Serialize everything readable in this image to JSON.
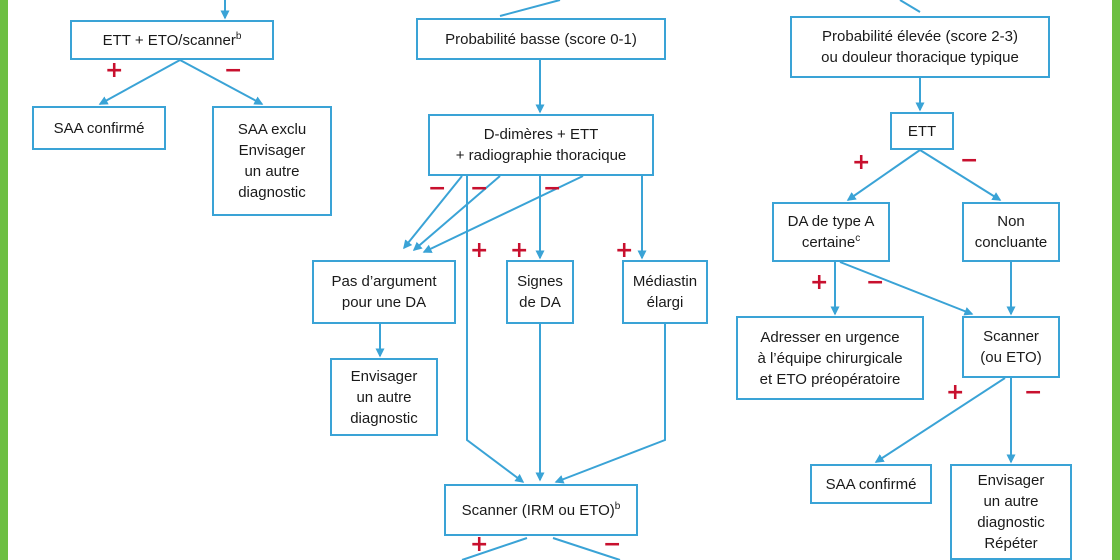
{
  "colors": {
    "box_border": "#3aa3d6",
    "arrow": "#3aa3d6",
    "sign": "#c8102e",
    "rail": "#6dbf43"
  },
  "signs": {
    "plus": "+",
    "minus": "−"
  },
  "nodes": {
    "ett_eto_scanner": {
      "text": "ETT + ETO/scanner",
      "sup": "b"
    },
    "saa_confirme_left": {
      "text": "SAA confirmé"
    },
    "saa_exclu": {
      "lines": [
        "SAA exclu",
        "Envisager",
        "un autre",
        "diagnostic"
      ]
    },
    "prob_basse": {
      "text": "Probabilité basse (score 0-1)"
    },
    "ddimeres": {
      "lines": [
        "D-dimères + ETT",
        "+ radiographie thoracique"
      ]
    },
    "pas_argument": {
      "lines": [
        "Pas d’argument",
        "pour une DA"
      ]
    },
    "signes_da": {
      "lines": [
        "Signes",
        "de DA"
      ]
    },
    "mediastin": {
      "lines": [
        "Médiastin",
        "élargi"
      ]
    },
    "envisager_mid": {
      "lines": [
        "Envisager",
        "un autre",
        "diagnostic"
      ]
    },
    "scanner_irm": {
      "text": "Scanner (IRM ou ETO)",
      "sup": "b"
    },
    "prob_elevee": {
      "lines": [
        "Probabilité élevée (score 2-3)",
        "ou douleur thoracique typique"
      ]
    },
    "ett_right": {
      "text": "ETT"
    },
    "da_type_a": {
      "line1": "DA de type A",
      "line2": "certaine",
      "sup": "c"
    },
    "non_concluante": {
      "lines": [
        "Non",
        "concluante"
      ]
    },
    "adresser": {
      "lines": [
        "Adresser en urgence",
        "à l’équipe chirurgicale",
        "et ETO préopératoire"
      ]
    },
    "scanner_eto_right": {
      "lines": [
        "Scanner",
        "(ou ETO)"
      ]
    },
    "saa_confirme_right": {
      "text": "SAA confirmé"
    },
    "envisager_right": {
      "lines": [
        "Envisager",
        "un autre",
        "diagnostic",
        "Répéter"
      ]
    }
  }
}
